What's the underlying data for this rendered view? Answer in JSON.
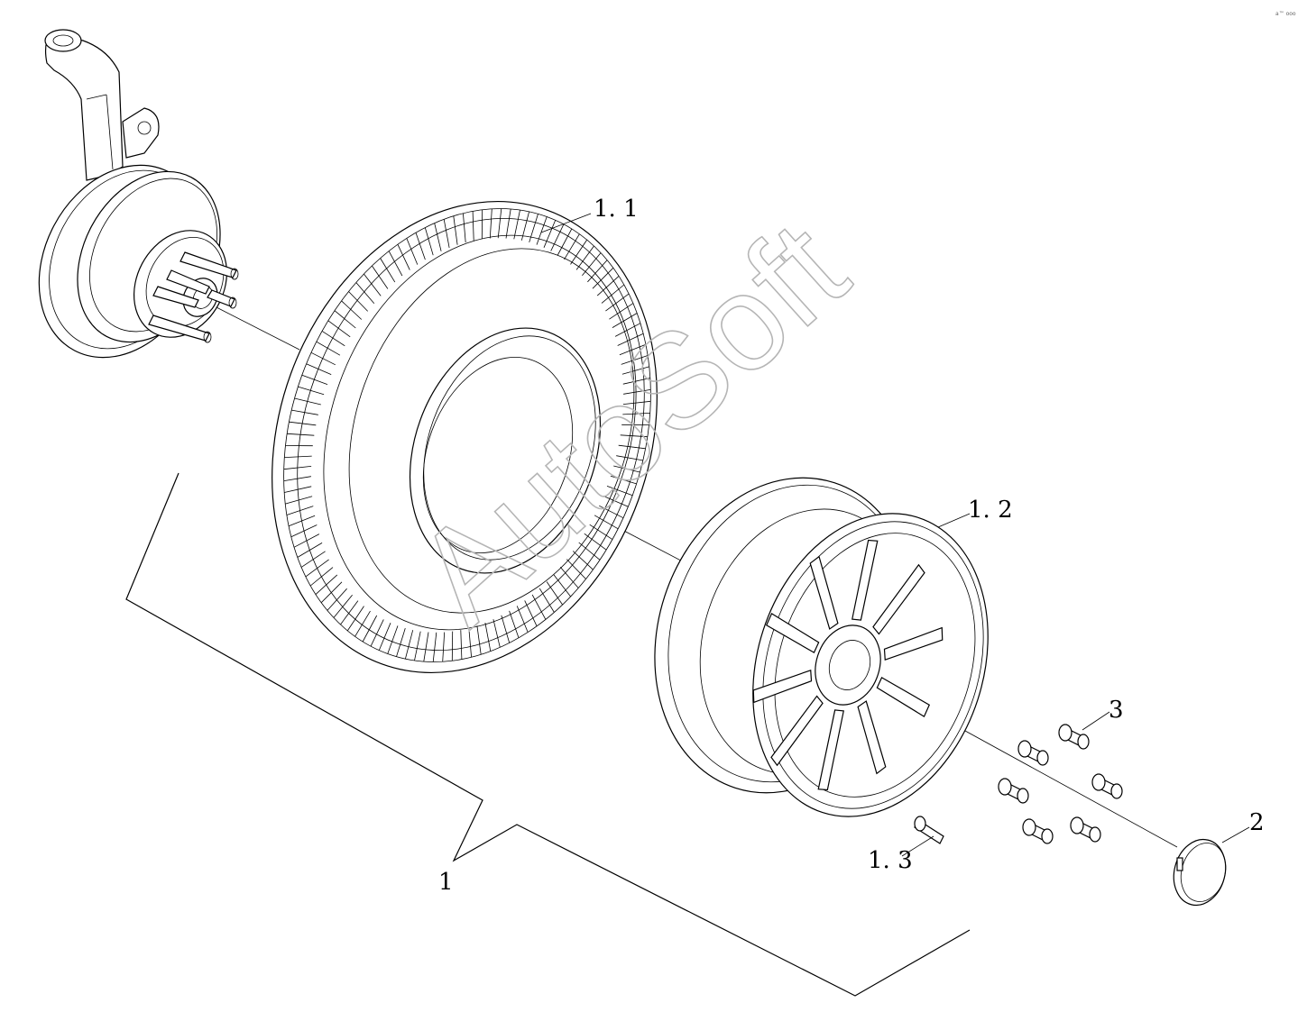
{
  "watermark": "AutoSoft",
  "corner_mark": "a™ ooo",
  "callouts": {
    "tire": "1. 1",
    "rim": "1. 2",
    "valve": "1. 3",
    "wheel_assembly": "1",
    "hub_cap": "2",
    "lug_nut": "3"
  },
  "colors": {
    "line": "#000000",
    "watermark": "#b5b5b5",
    "background": "#ffffff"
  }
}
